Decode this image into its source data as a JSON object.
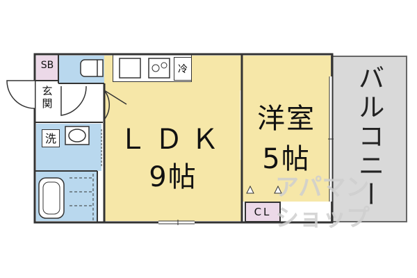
{
  "rooms": {
    "ldk_name": "ＬＤＫ",
    "ldk_size": "9帖",
    "western_name": "洋室",
    "western_size": "5帖",
    "balcony": "バルコニー",
    "closet": "CL",
    "storage": "SB",
    "entrance": "玄関",
    "washroom": "洗",
    "fridge": "冷"
  },
  "watermark": {
    "line1": "アパマン",
    "line2": "ショップ"
  }
}
